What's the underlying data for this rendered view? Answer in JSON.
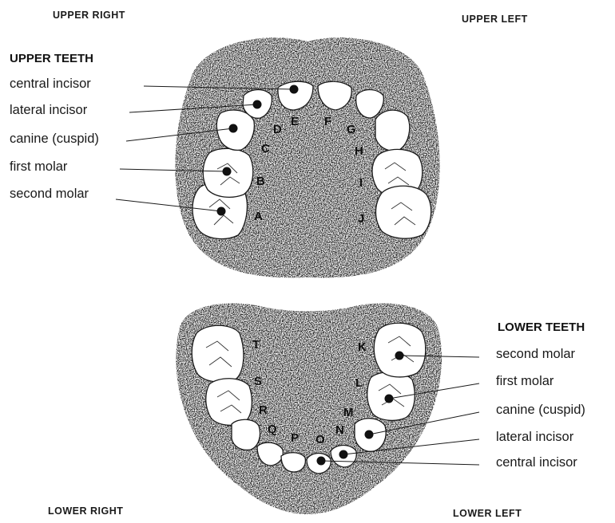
{
  "corners": {
    "upper_right": "UPPER RIGHT",
    "upper_left": "UPPER LEFT",
    "lower_right": "LOWER RIGHT",
    "lower_left": "LOWER LEFT"
  },
  "upper_teeth": {
    "heading": "UPPER TEETH",
    "labels": [
      "central incisor",
      "lateral incisor",
      "canine (cuspid)",
      "first molar",
      "second molar"
    ]
  },
  "lower_teeth": {
    "heading": "LOWER TEETH",
    "labels": [
      "second molar",
      "first molar",
      "canine (cuspid)",
      "lateral incisor",
      "central incisor"
    ]
  },
  "tooth_letters": {
    "upper": [
      "A",
      "B",
      "C",
      "D",
      "E",
      "F",
      "G",
      "H",
      "I",
      "J"
    ],
    "lower": [
      "K",
      "L",
      "M",
      "N",
      "O",
      "P",
      "Q",
      "R",
      "S",
      "T"
    ]
  }
}
